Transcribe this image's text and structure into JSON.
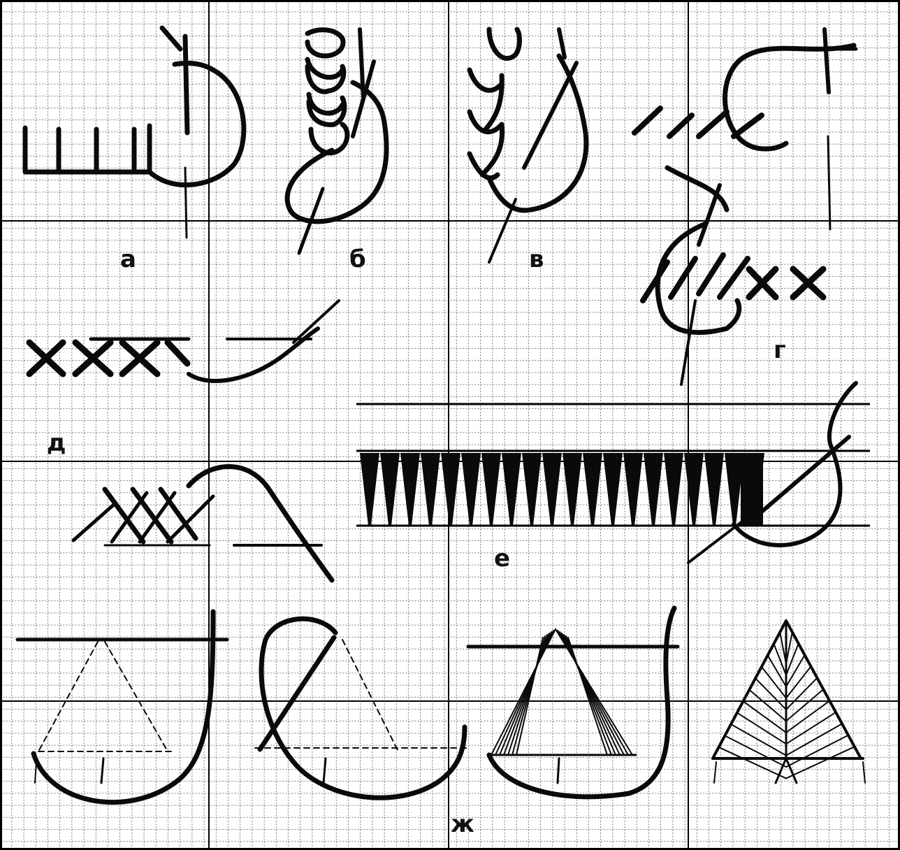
{
  "figure": {
    "labels": {
      "a": "а",
      "b": "б",
      "v": "в",
      "g": "г",
      "d": "д",
      "e": "е",
      "zh": "ж"
    },
    "colors": {
      "grid_minor": "#2a2a2a",
      "grid_major": "#000000",
      "thread": "#0a0a0a",
      "background": "#ffffff"
    }
  }
}
